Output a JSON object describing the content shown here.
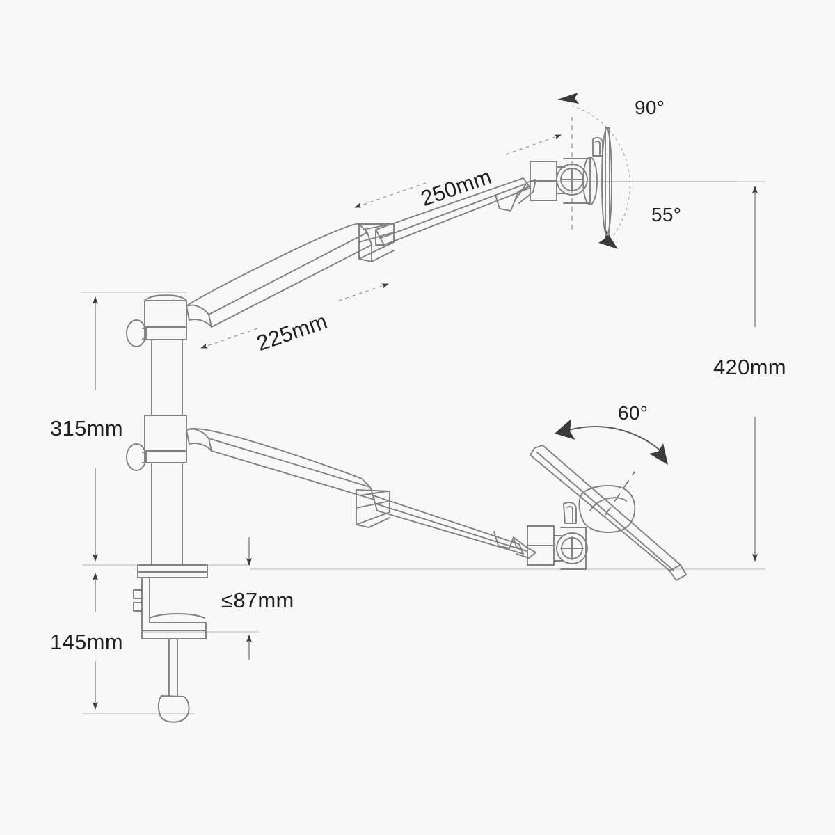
{
  "drawing": {
    "title": "Monitor arm desk mount technical dimension drawing",
    "background_color": "#f8f8f8",
    "line_color": "#808184",
    "dimension_line_color": "#939598",
    "text_color": "#231f20",
    "arrow_fill": "#3b3b3b"
  },
  "dimensions": {
    "upper_arm_length": "250mm",
    "lower_arm_length": "225mm",
    "post_height": "315mm",
    "total_height": "420mm",
    "clamp_depth": "145mm",
    "desk_thickness": "≤87mm"
  },
  "angles": {
    "tilt_up": "90°",
    "tilt_down": "55°",
    "swivel": "60°"
  },
  "callouts": [
    {
      "id": "len-250",
      "text": "250mm",
      "kind": "length"
    },
    {
      "id": "len-225",
      "text": "225mm",
      "kind": "length"
    },
    {
      "id": "h-315",
      "text": "315mm",
      "kind": "height"
    },
    {
      "id": "h-420",
      "text": "420mm",
      "kind": "height"
    },
    {
      "id": "h-145",
      "text": "145mm",
      "kind": "height"
    },
    {
      "id": "t-87",
      "text": "≤87mm",
      "kind": "thickness"
    },
    {
      "id": "a-90",
      "text": "90°",
      "kind": "angle"
    },
    {
      "id": "a-55",
      "text": "55°",
      "kind": "angle"
    },
    {
      "id": "a-60",
      "text": "60°",
      "kind": "angle"
    }
  ]
}
